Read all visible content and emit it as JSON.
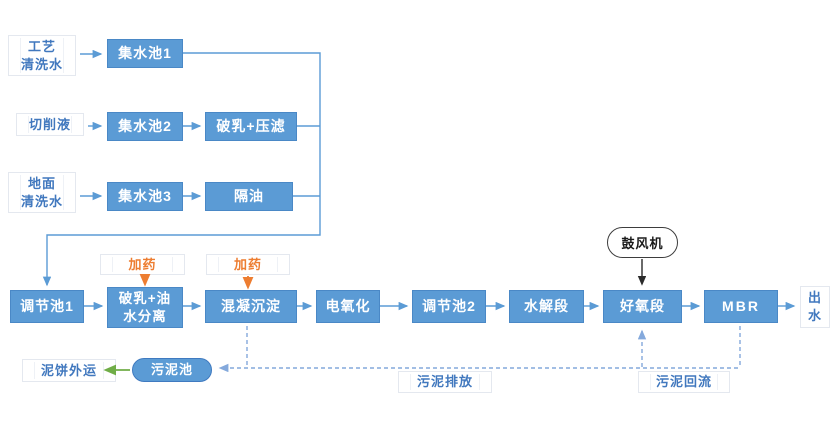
{
  "diagram": {
    "kind": "wastewater-treatment-process-flowchart",
    "colors": {
      "box_blue": "#5b9bd5",
      "line_blue": "#5b9bd5",
      "dashed_blue": "#84a9dc",
      "orange": "#ed7d31",
      "green": "#70ad47",
      "label_blue": "#4178be",
      "black": "#404040"
    },
    "sources": {
      "process_rinse": "工艺\n清洗水",
      "cutting_fluid": "切削液",
      "floor_rinse": "地面\n清洗水"
    },
    "pretreatment": {
      "pool1": "集水池1",
      "pool2": "集水池2",
      "demul_press_filter": "破乳+压滤",
      "pool3": "集水池3",
      "oil_separation": "隔油"
    },
    "main_flow": {
      "regulating1": "调节池1",
      "demul_oil_water_sep": "破乳+油\n水分离",
      "coag_sedimentation": "混凝沉淀",
      "electro_oxidation": "电氧化",
      "regulating2": "调节池2",
      "hydrolysis": "水解段",
      "aerobic": "好氧段",
      "mbr": "MBR",
      "effluent": "出\n水"
    },
    "annotations": {
      "dosing1": "加药",
      "dosing2": "加药",
      "blower": "鼓风机",
      "sludge_tank": "污泥池",
      "cake_out": "泥饼外运",
      "sludge_discharge": "污泥排放",
      "sludge_return": "污泥回流"
    }
  }
}
